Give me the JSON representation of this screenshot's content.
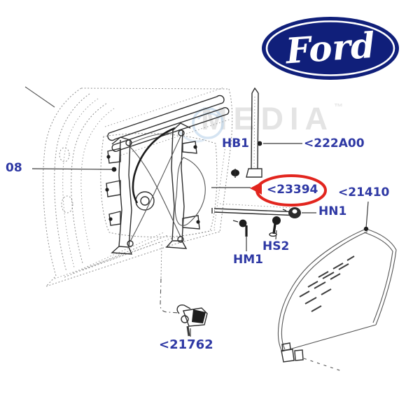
{
  "brand": {
    "name": "Ford"
  },
  "watermark": {
    "text": "MEDIA",
    "tm": "™"
  },
  "diagram": {
    "type": "exploded-parts-diagram",
    "subject": "front door window regulator and glass",
    "label_color": "#2e38a4",
    "highlight_color": "#e2251e",
    "highlighted_part": "<23394",
    "labels": {
      "left_partial": "08",
      "hb1": "HB1",
      "part_222a00": "<222A00",
      "part_23394": "<23394",
      "part_21410": "<21410",
      "hn1": "HN1",
      "hs2": "HS2",
      "hm1": "HM1",
      "part_21762": "<21762"
    }
  }
}
